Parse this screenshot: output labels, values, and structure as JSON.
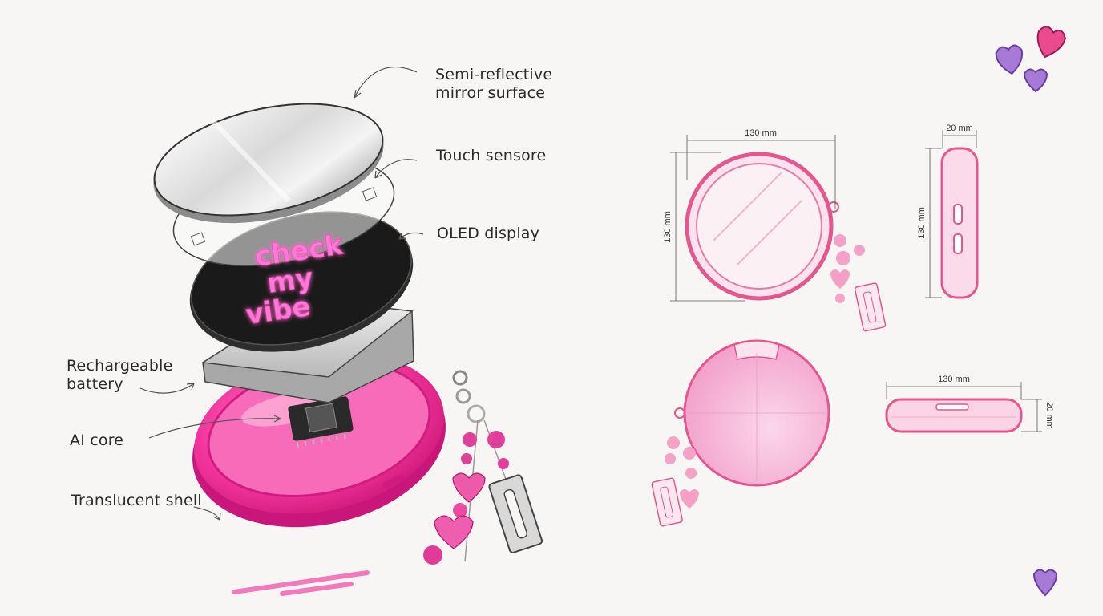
{
  "labels": {
    "mirror_line1": "Semi-reflective",
    "mirror_line2": "mirror surface",
    "touch": "Touch sensore",
    "oled": "OLED display",
    "battery_line1": "Rechargeable",
    "battery_line2": "battery",
    "ai_core": "AI core",
    "shell": "Translucent shell"
  },
  "display_text": {
    "line1": "check",
    "line2": "my",
    "line3": "vibe"
  },
  "dimensions": {
    "front_width": "130 mm",
    "front_height": "130 mm",
    "side_width": "20 mm",
    "side_height": "130 mm",
    "top_width": "130 mm",
    "top_height": "20 mm"
  },
  "colors": {
    "accent_pink": "#f0319a",
    "display_glow": "#ff7ad6",
    "heart_purple": "#9a6ad6",
    "heart_pink": "#e83e8c"
  }
}
